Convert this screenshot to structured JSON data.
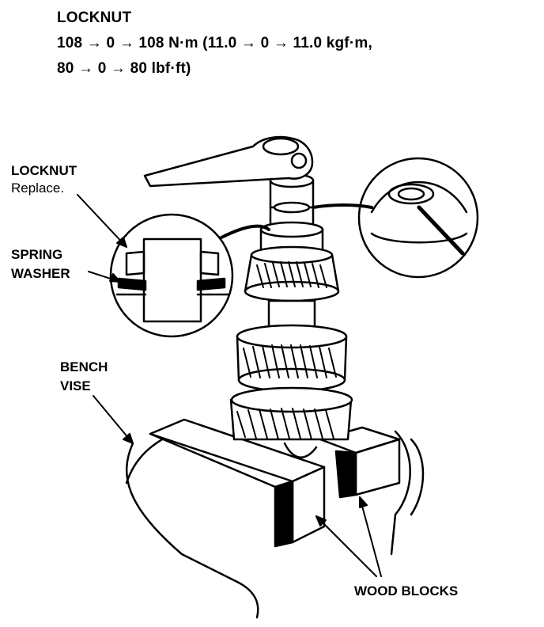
{
  "header": {
    "title": "LOCKNUT",
    "torque_line1": "108 → 0 → 108 N·m (11.0 → 0 → 11.0 kgf·m,",
    "torque_line2": "80 → 0 → 80 lbf·ft)"
  },
  "labels": {
    "locknut": "LOCKNUT",
    "locknut_note": "Replace.",
    "spring_washer_1": "SPRING",
    "spring_washer_2": "WASHER",
    "bench_vise_1": "BENCH",
    "bench_vise_2": "VISE",
    "wood_blocks": "WOOD BLOCKS"
  }
}
